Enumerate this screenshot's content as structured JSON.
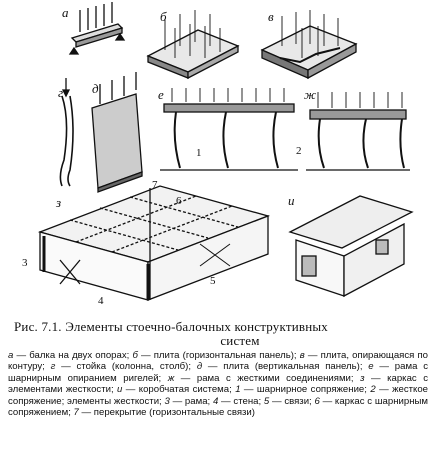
{
  "panels": {
    "a": "а",
    "b": "б",
    "v": "в",
    "g": "г",
    "d": "д",
    "e": "е",
    "zh": "ж",
    "z": "з",
    "i": "и"
  },
  "numbers": {
    "n1": "1",
    "n2": "2",
    "n3": "3",
    "n4": "4",
    "n5": "5",
    "n6": "6",
    "n7": "7"
  },
  "caption": {
    "title_line1": "Рис. 7.1. Элементы стоечно-балочных конструктивных",
    "title_line2": "систем"
  },
  "legend": [
    {
      "key": "а",
      "text": " — балка на двух опорах; "
    },
    {
      "key": "б",
      "text": " — плита (горизонтальная панель); "
    },
    {
      "key": "в",
      "text": " — плита, опирающаяся по контуру; "
    },
    {
      "key": "г",
      "text": " — стойка (колонна, столб); "
    },
    {
      "key": "д",
      "text": " — плита (вертикальная панель); "
    },
    {
      "key": "е",
      "text": " — рама с шарнирным опиранием ригелей; "
    },
    {
      "key": "ж",
      "text": " — рама с жесткими соединениями; "
    },
    {
      "key": "з",
      "text": " — каркас с элементами жесткости; "
    },
    {
      "key": "и",
      "text": " — коробчатая система; "
    },
    {
      "key": "1",
      "text": " — шарнирное сопряжение; "
    },
    {
      "key": "2",
      "text": " — жесткое сопряжение; элементы жесткости; "
    },
    {
      "key": "3",
      "text": " — рама; "
    },
    {
      "key": "4",
      "text": " — стена; "
    },
    {
      "key": "5",
      "text": " — связи; "
    },
    {
      "key": "6",
      "text": " — каркас с шарнирным сопряжением; "
    },
    {
      "key": "7",
      "text": " — перекрытие (горизонтальные связи)"
    }
  ]
}
